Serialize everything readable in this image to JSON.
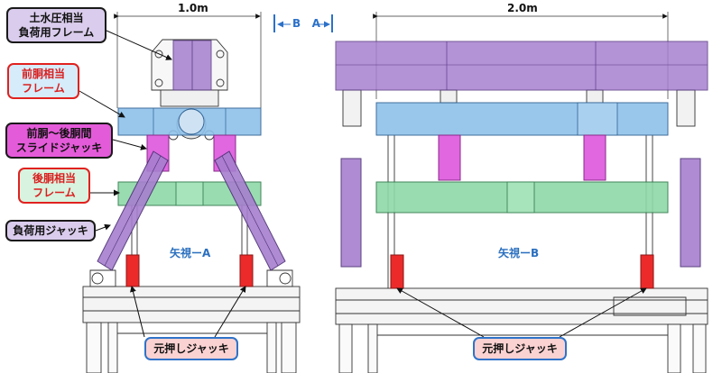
{
  "labels": {
    "soil_pressure": "土水圧相当\n負荷用フレーム",
    "front_frame": "前胴相当\nフレーム",
    "slide_jack": "前胴～後胴間\nスライドジャッキ",
    "rear_frame": "後胴相当\nフレーム",
    "load_jack": "負荷用ジャッキ",
    "push_jack_a": "元押しジャッキ",
    "push_jack_b": "元押しジャッキ"
  },
  "views": {
    "view_a": "矢視ーA",
    "view_b": "矢視ーB"
  },
  "dimensions": {
    "width_a": "1.0m",
    "width_b": "2.0m",
    "section_marker": "B   A"
  },
  "colors": {
    "purple": "#a77fcf",
    "blue": "#8fc1ea",
    "green": "#8ed9a8",
    "magenta": "#e067e0",
    "red": "#ec2a2a"
  }
}
